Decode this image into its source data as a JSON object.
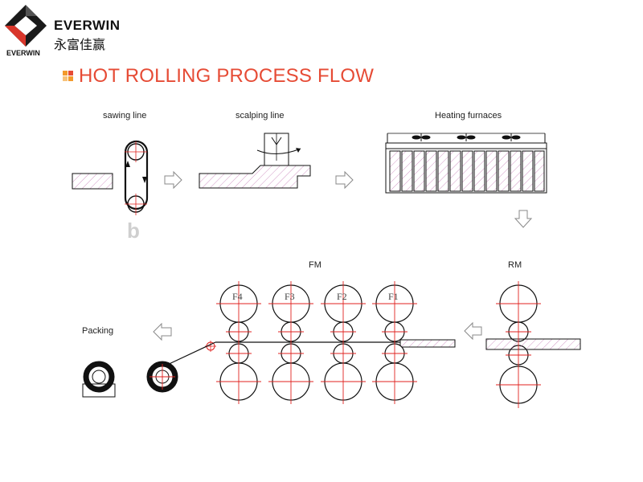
{
  "brand": {
    "name": "EVERWIN",
    "name_cn": "永富佳赢",
    "name_small": "EVERWIN",
    "colors": {
      "logo_dark": "#1a1a1a",
      "logo_red": "#d9362b"
    }
  },
  "title": {
    "text": "HOT ROLLING PROCESS FLOW",
    "color": "#e64b35",
    "mark_colors": [
      "#f39a2c",
      "#e64b35",
      "#f7c27a",
      "#f39a2c"
    ]
  },
  "stages": {
    "sawing": "sawing line",
    "scalping": "scalping line",
    "heating": "Heating furnaces",
    "fm": "FM",
    "rm": "RM",
    "packing": "Packing"
  },
  "stands": [
    "F4",
    "F3",
    "F2",
    "F1"
  ],
  "watermark": "b",
  "colors": {
    "line": "#111111",
    "hatch": "#c77fb8",
    "centerline": "#e0221f",
    "arrow": "#888888"
  }
}
